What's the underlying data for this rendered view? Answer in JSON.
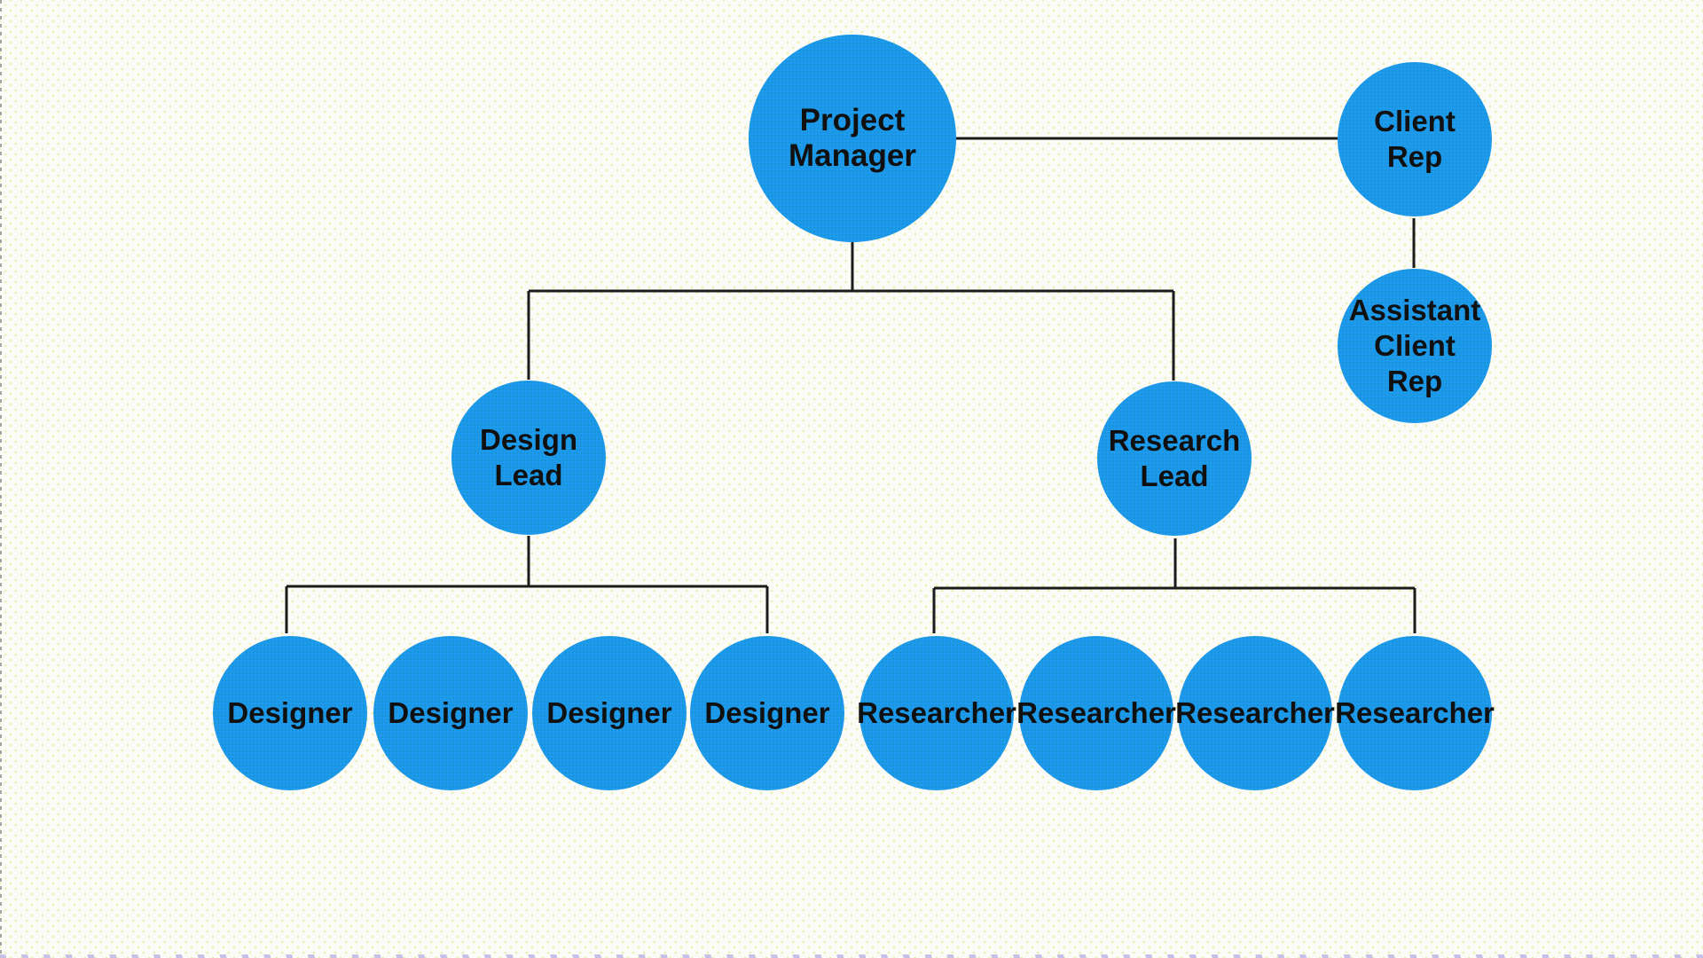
{
  "canvas": {
    "background_color": "#fbfbf7",
    "dot_grid_color": "#eee896"
  },
  "org_chart": {
    "node_fill": "#1d9af0",
    "node_text_color": "#101010",
    "connector_color": "#1b1b1b",
    "nodes": [
      {
        "id": "project-manager",
        "label": "Project Manager",
        "lines": [
          "Project",
          "Manager"
        ]
      },
      {
        "id": "client-rep",
        "label": "Client Rep",
        "lines": [
          "Client",
          "Rep"
        ]
      },
      {
        "id": "assistant-client-rep",
        "label": "Assistant Client Rep",
        "lines": [
          "Assistant",
          "Client",
          "Rep"
        ]
      },
      {
        "id": "design-lead",
        "label": "Design Lead",
        "lines": [
          "Design",
          "Lead"
        ]
      },
      {
        "id": "research-lead",
        "label": "Research Lead",
        "lines": [
          "Research",
          "Lead"
        ]
      },
      {
        "id": "designer-1",
        "label": "Designer",
        "lines": [
          "Designer"
        ]
      },
      {
        "id": "designer-2",
        "label": "Designer",
        "lines": [
          "Designer"
        ]
      },
      {
        "id": "designer-3",
        "label": "Designer",
        "lines": [
          "Designer"
        ]
      },
      {
        "id": "designer-4",
        "label": "Designer",
        "lines": [
          "Designer"
        ]
      },
      {
        "id": "researcher-1",
        "label": "Researcher",
        "lines": [
          "Researcher"
        ]
      },
      {
        "id": "researcher-2",
        "label": "Researcher",
        "lines": [
          "Researcher"
        ]
      },
      {
        "id": "researcher-3",
        "label": "Researcher",
        "lines": [
          "Researcher"
        ]
      },
      {
        "id": "researcher-4",
        "label": "Researcher",
        "lines": [
          "Researcher"
        ]
      }
    ],
    "edges": [
      {
        "from": "project-manager",
        "to": "client-rep"
      },
      {
        "from": "client-rep",
        "to": "assistant-client-rep"
      },
      {
        "from": "project-manager",
        "to": "design-lead"
      },
      {
        "from": "project-manager",
        "to": "research-lead"
      },
      {
        "from": "design-lead",
        "to": "designer-1"
      },
      {
        "from": "design-lead",
        "to": "designer-2"
      },
      {
        "from": "design-lead",
        "to": "designer-3"
      },
      {
        "from": "design-lead",
        "to": "designer-4"
      },
      {
        "from": "research-lead",
        "to": "researcher-1"
      },
      {
        "from": "research-lead",
        "to": "researcher-2"
      },
      {
        "from": "research-lead",
        "to": "researcher-3"
      },
      {
        "from": "research-lead",
        "to": "researcher-4"
      }
    ]
  }
}
